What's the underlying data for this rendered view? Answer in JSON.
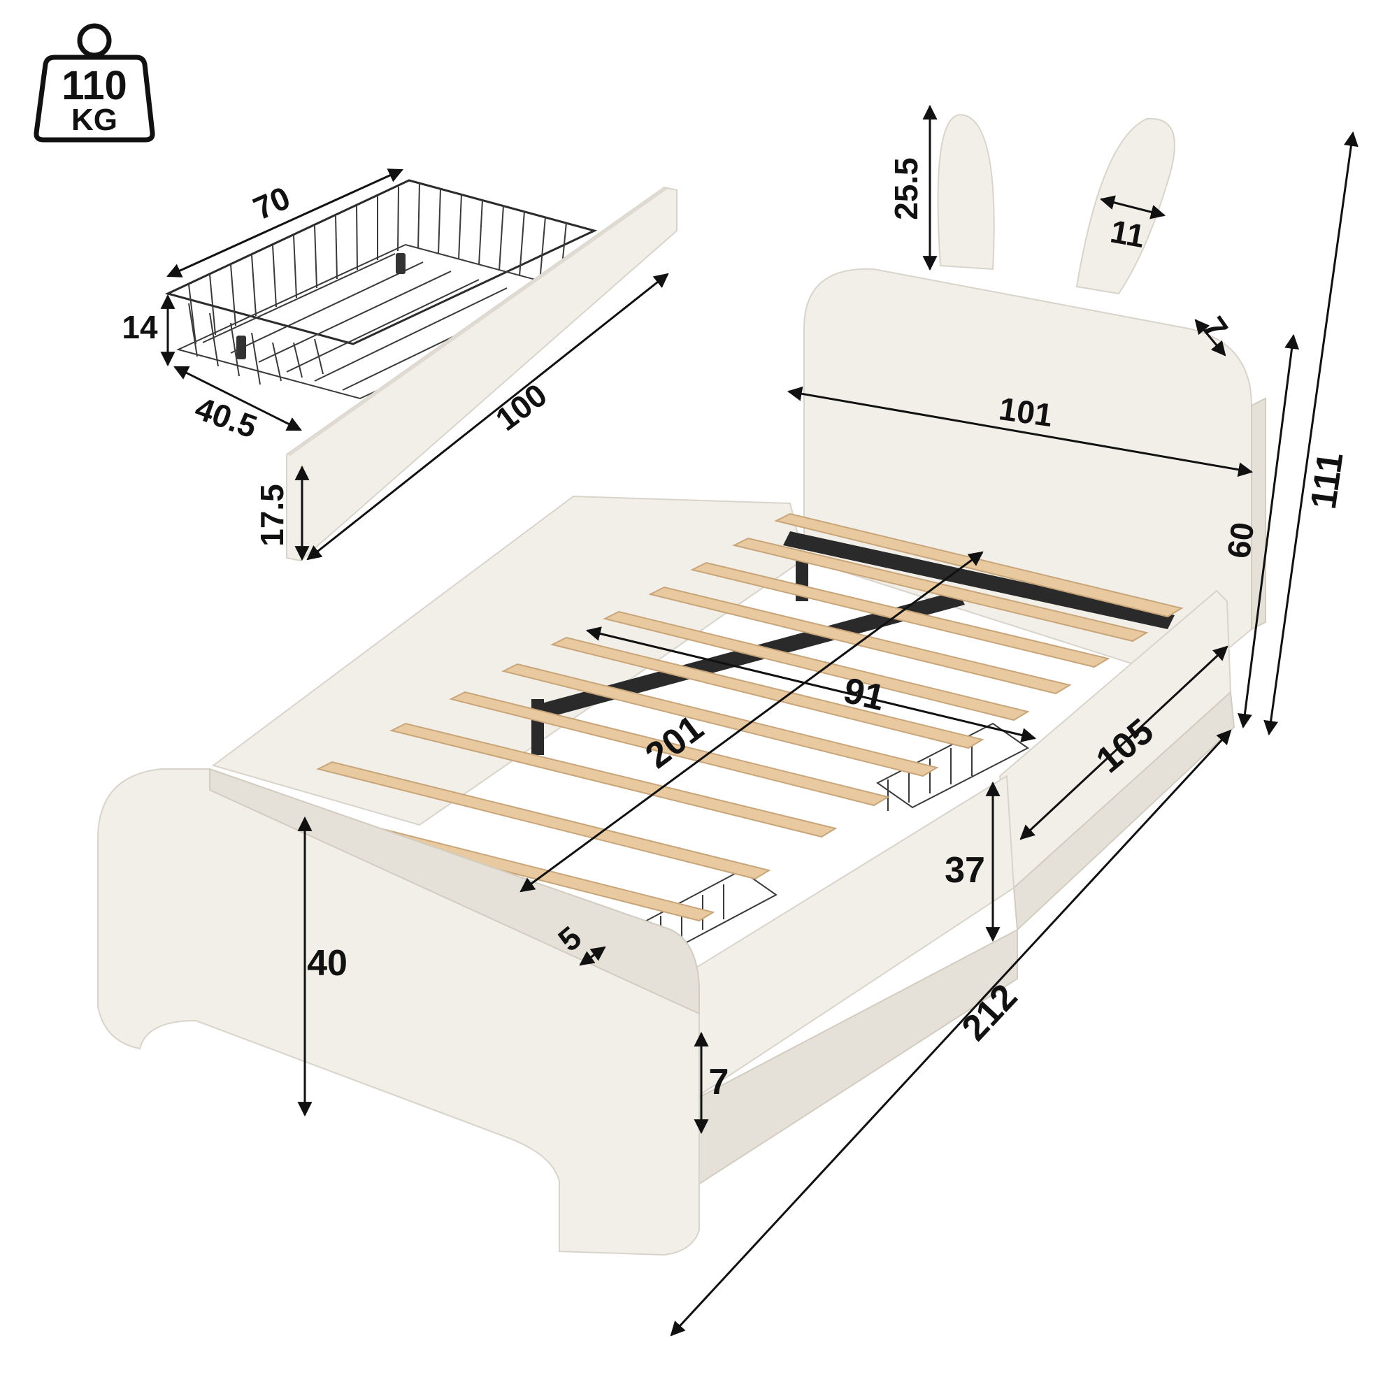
{
  "weight_badge": {
    "value": "110",
    "unit": "KG"
  },
  "drawer": {
    "length": "70",
    "depth": "40.5",
    "height": "14",
    "front_length": "100",
    "front_height": "17.5"
  },
  "headboard": {
    "ear_height": "25.5",
    "ear_width": "11",
    "thickness": "7",
    "width": "101",
    "height": "60"
  },
  "bed": {
    "total_height": "111",
    "inner_length": "201",
    "inner_width": "91",
    "side_length": "105",
    "side_height": "37",
    "footboard_height": "40",
    "footboard_thickness": "5",
    "rail_height": "7",
    "total_length": "212"
  },
  "colors": {
    "fabric": "#f2efe9",
    "wood_slat": "#e8c9a0",
    "metal": "#2b2b2b",
    "annotation": "#111111"
  }
}
